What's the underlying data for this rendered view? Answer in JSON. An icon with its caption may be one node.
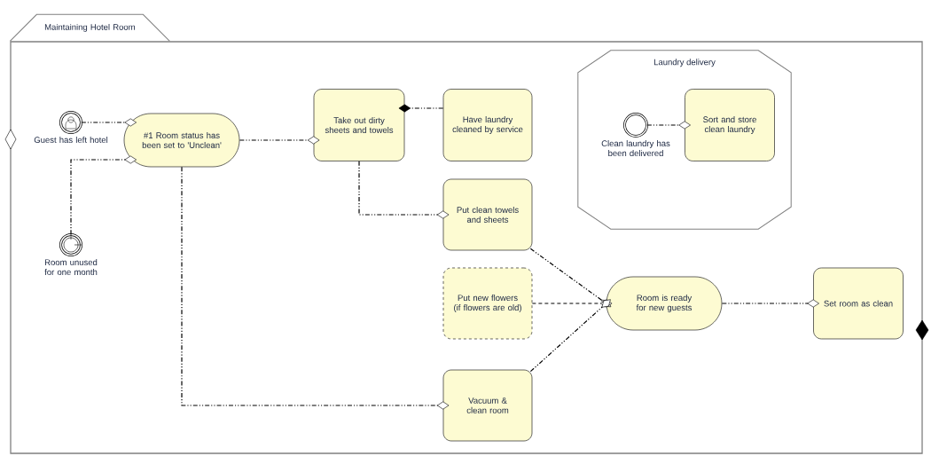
{
  "diagram": {
    "nodes": [
      {
        "text": [
          "Maintaining Hotel Room"
        ]
      },
      {
        "text": [
          "Guest has left hotel"
        ],
        "in": 0
      },
      {
        "text": [
          "Room unused for one month"
        ],
        "in": 0
      },
      {
        "text": [
          "#1 Room status has been set to 'Unclean'"
        ],
        "in": 0
      },
      {
        "text": [
          "Take out dirty sheets and towels"
        ],
        "in": 0
      },
      {
        "text": [
          "Have laundry cleaned by service"
        ],
        "in": 0
      },
      {
        "text": [
          "Put clean towels and sheets"
        ],
        "in": 0
      },
      {
        "text": [
          "Put new flowers (if flowers are old)"
        ],
        "in": 0
      },
      {
        "text": [
          "Vacuum & clean room"
        ],
        "in": 0
      },
      {
        "text": [
          "Room is ready for new guests"
        ],
        "in": 0
      },
      {
        "text": [
          "Set room as clean"
        ],
        "in": 0
      },
      {
        "text": [
          "Laundry delivery"
        ],
        "in": 0
      },
      {
        "text": [
          "Clean laundry has been delivered"
        ],
        "in": 11
      },
      {
        "text": [
          "Sort and store clean laundry"
        ],
        "in": 11
      }
    ],
    "edges": [
      {
        "from": 1,
        "to": 3,
        "arrow": "other"
      },
      {
        "from": 2,
        "to": 3,
        "arrow": "other"
      },
      {
        "from": 3,
        "to": 4,
        "arrow": "other"
      },
      {
        "from": 5,
        "to": 4,
        "arrow": "other"
      },
      {
        "from": 4,
        "to": 6,
        "arrow": "other"
      },
      {
        "from": 3,
        "to": 8,
        "arrow": "other"
      },
      {
        "from": 6,
        "to": 9,
        "arrow": "other"
      },
      {
        "from": 7,
        "to": 9,
        "arrow": "other",
        "style": "dashed"
      },
      {
        "from": 8,
        "to": 9,
        "arrow": "other"
      },
      {
        "from": 9,
        "to": 10,
        "arrow": "other"
      },
      {
        "from": 12,
        "to": 13,
        "arrow": "other"
      }
    ]
  }
}
